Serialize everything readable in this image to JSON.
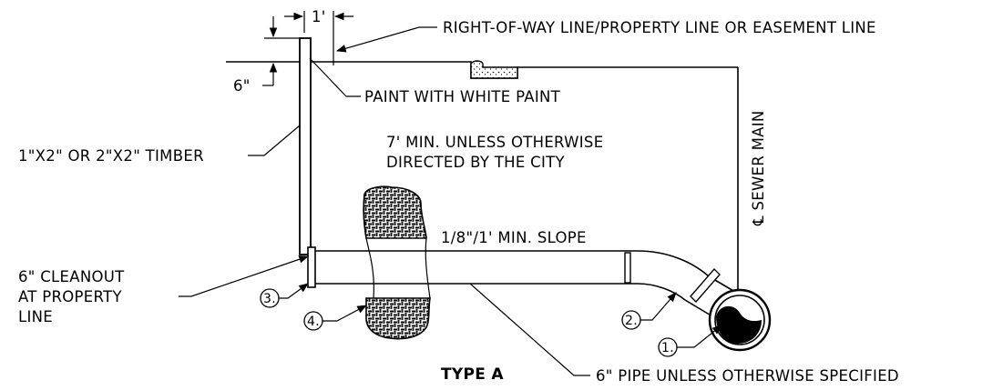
{
  "labels": {
    "row_line": "RIGHT-OF-WAY LINE/PROPERTY LINE OR EASEMENT LINE",
    "dim_1ft": "1'",
    "dim_6in": "6\"",
    "paint": "PAINT WITH WHITE PAINT",
    "timber": "1\"X2\" OR 2\"X2\" TIMBER",
    "min_depth_1": "7' MIN. UNLESS OTHERWISE",
    "min_depth_2": "DIRECTED BY THE CITY",
    "sewer_main": "℄ SEWER MAIN",
    "slope": "1/8\"/1' MIN. SLOPE",
    "cleanout_1": "6\" CLEANOUT",
    "cleanout_2": "AT PROPERTY",
    "cleanout_3": "LINE",
    "pipe": "6\" PIPE UNLESS OTHERWISE SPECIFIED",
    "type": "TYPE A"
  },
  "callouts": [
    "1.",
    "2.",
    "3.",
    "4."
  ],
  "colors": {
    "ink": "#000000",
    "background": "#ffffff"
  }
}
